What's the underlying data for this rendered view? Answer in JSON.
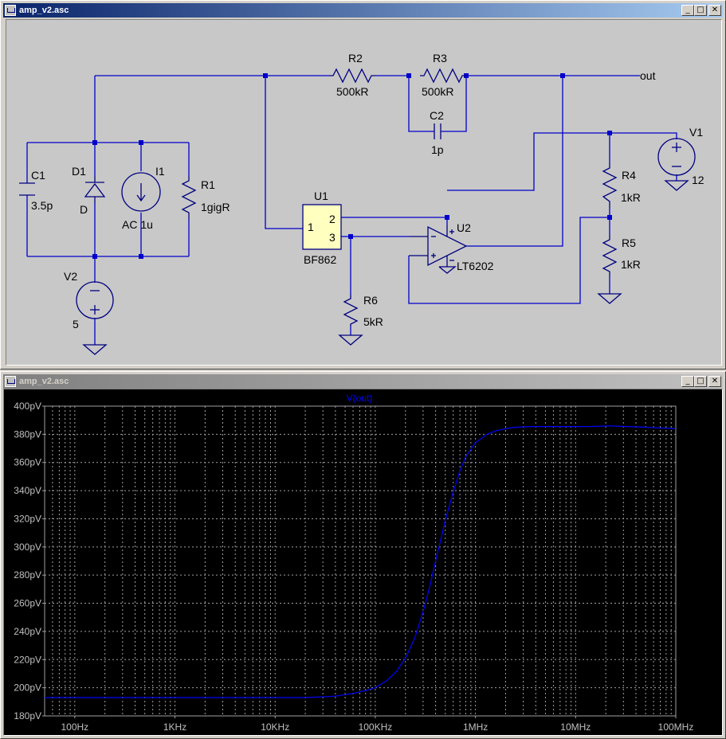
{
  "schematic_window": {
    "title": "amp_v2.asc",
    "buttons": {
      "minimize": "_",
      "maximize": "□",
      "close": "✕"
    }
  },
  "plot_window": {
    "title": "amp_v2.asc",
    "buttons": {
      "minimize": "_",
      "maximize": "□",
      "close": "✕"
    }
  },
  "schematic": {
    "net_out": "out",
    "components": {
      "R2": {
        "name": "R2",
        "value": "500kR"
      },
      "R3": {
        "name": "R3",
        "value": "500kR"
      },
      "C2": {
        "name": "C2",
        "value": "1p"
      },
      "C1": {
        "name": "C1",
        "value": "3.5p"
      },
      "D1": {
        "name": "D1",
        "value": "D"
      },
      "I1": {
        "name": "I1",
        "value": "AC 1u"
      },
      "R1": {
        "name": "R1",
        "value": "1gigR"
      },
      "V2": {
        "name": "V2",
        "value": "5"
      },
      "U1": {
        "name": "U1",
        "value": "BF862",
        "pin1": "1",
        "pin2": "2",
        "pin3": "3"
      },
      "U2": {
        "name": "U2",
        "value": "LT6202"
      },
      "R6": {
        "name": "R6",
        "value": "5kR"
      },
      "V1": {
        "name": "V1",
        "value": "12"
      },
      "R4": {
        "name": "R4",
        "value": "1kR"
      },
      "R5": {
        "name": "R5",
        "value": "1kR"
      }
    }
  },
  "colors": {
    "wire": "#0000cc",
    "component": "#000080",
    "schematic_bg": "#c8c8c8",
    "plot_bg": "#000000",
    "trace": "#0000ff",
    "axis_text": "#c0c0c0",
    "grid": "#a0a0a0",
    "jfet_fill": "#ffffc0"
  },
  "chart_data": {
    "type": "line",
    "title": "V(out)",
    "x_scale": "log",
    "x_unit": "Hz",
    "xlim": [
      50,
      100000000
    ],
    "ylim": [
      180,
      400
    ],
    "y_unit": "pV",
    "x_ticks": [
      {
        "value": 100,
        "label": "100Hz"
      },
      {
        "value": 1000,
        "label": "1KHz"
      },
      {
        "value": 10000,
        "label": "10KHz"
      },
      {
        "value": 100000,
        "label": "100KHz"
      },
      {
        "value": 1000000,
        "label": "1MHz"
      },
      {
        "value": 10000000,
        "label": "10MHz"
      },
      {
        "value": 100000000,
        "label": "100MHz"
      }
    ],
    "y_ticks": [
      {
        "value": 400,
        "label": "400pV"
      },
      {
        "value": 380,
        "label": "380pV"
      },
      {
        "value": 360,
        "label": "360pV"
      },
      {
        "value": 340,
        "label": "340pV"
      },
      {
        "value": 320,
        "label": "320pV"
      },
      {
        "value": 300,
        "label": "300pV"
      },
      {
        "value": 280,
        "label": "280pV"
      },
      {
        "value": 260,
        "label": "260pV"
      },
      {
        "value": 240,
        "label": "240pV"
      },
      {
        "value": 220,
        "label": "220pV"
      },
      {
        "value": 200,
        "label": "200pV"
      },
      {
        "value": 180,
        "label": "180pV"
      }
    ],
    "grid": true,
    "series": [
      {
        "name": "V(out)",
        "x": [
          50,
          1000,
          10000,
          20000,
          40000,
          60000,
          80000,
          100000,
          130000,
          160000,
          200000,
          250000,
          300000,
          350000,
          400000,
          450000,
          500000,
          600000,
          700000,
          800000,
          1000000,
          1300000,
          1600000,
          2000000,
          2500000,
          3000000,
          4000000,
          5000000,
          7000000,
          10000000,
          15000000,
          22000000,
          30000000,
          50000000,
          100000000
        ],
        "y": [
          193,
          193,
          193,
          193,
          194,
          196,
          198,
          200,
          205,
          211,
          221,
          236,
          254,
          272,
          290,
          305,
          319,
          339,
          354,
          364,
          374,
          380,
          382.5,
          384,
          385,
          385.3,
          385.5,
          385.5,
          385.5,
          385.5,
          385.6,
          386,
          385.6,
          385,
          384
        ]
      }
    ]
  }
}
